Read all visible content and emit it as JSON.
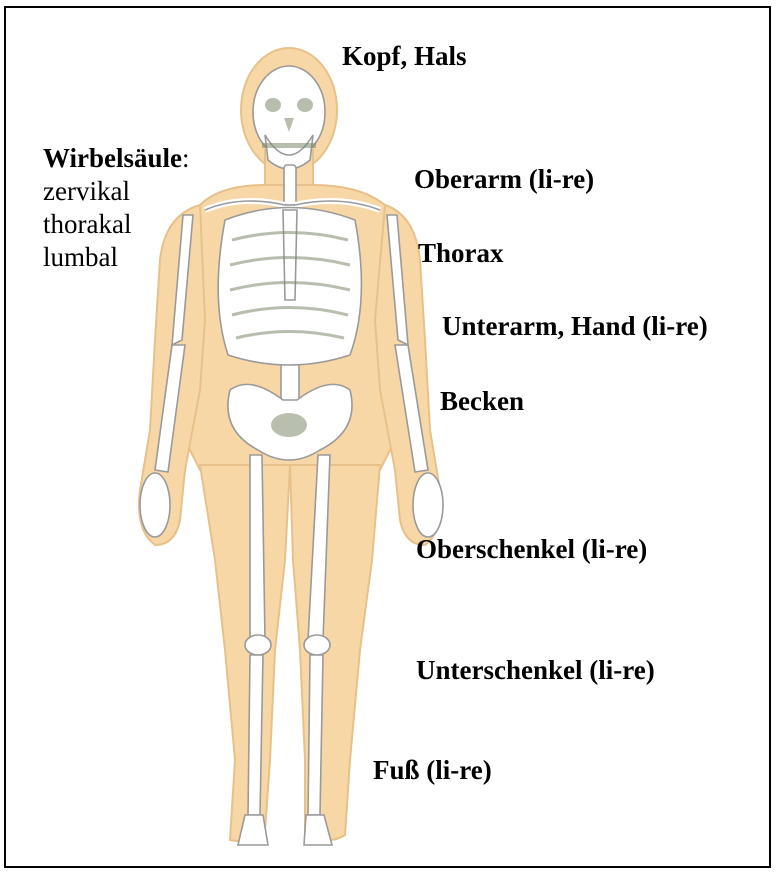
{
  "labels": {
    "head": "Kopf, Hals",
    "spine_title": "Wirbelsäule",
    "spine_colon": ":",
    "spine_parts": [
      "zervikal",
      "thorakal",
      "lumbal"
    ],
    "upper_arm": "Oberarm (li-re)",
    "thorax": "Thorax",
    "forearm": "Unterarm, Hand (li-re)",
    "pelvis": "Becken",
    "thigh": "Oberschenkel (li-re)",
    "lower_leg": "Unterschenkel (li-re)",
    "foot": "Fuß (li-re)"
  },
  "colors": {
    "skin": "#f8d7a6",
    "bone": "#ffffff",
    "bone_outline": "#9a9a9a",
    "shade": "#7f8a6c",
    "text": "#000000"
  }
}
